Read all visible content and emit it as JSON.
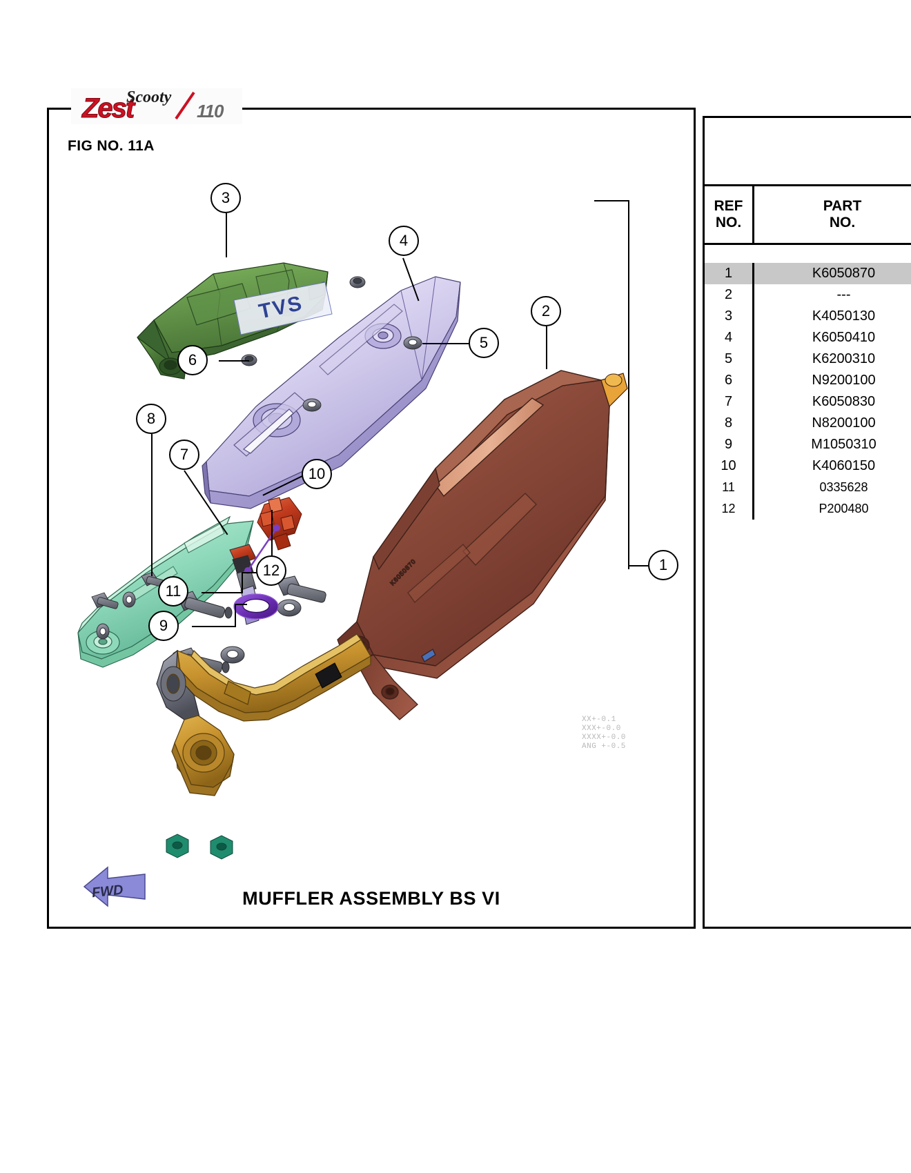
{
  "document": {
    "fig_no": "FIG NO. 11A",
    "drawing_title": "MUFFLER ASSEMBLY  BS VI",
    "fwd_label": "FWD",
    "logo_primary": "Zest",
    "logo_script": "Scooty",
    "logo_suffix": "110",
    "tolerance_note": "XX+-0.1\nXXX+-0.0\nXXXX+-0.0\nANG +-0.5"
  },
  "table": {
    "headers": {
      "ref": "REF\nNO.",
      "ref_line1": "REF",
      "ref_line2": "NO.",
      "part_line1": "PART",
      "part_line2": "NO."
    },
    "rows": [
      {
        "ref": "1",
        "part": "K6050870",
        "highlight": true,
        "small": false
      },
      {
        "ref": "2",
        "part": "---",
        "highlight": false,
        "small": false
      },
      {
        "ref": "3",
        "part": "K4050130",
        "highlight": false,
        "small": false
      },
      {
        "ref": "4",
        "part": "K6050410",
        "highlight": false,
        "small": false
      },
      {
        "ref": "5",
        "part": "K6200310",
        "highlight": false,
        "small": false
      },
      {
        "ref": "6",
        "part": "N9200100",
        "highlight": false,
        "small": false
      },
      {
        "ref": "7",
        "part": "K6050830",
        "highlight": false,
        "small": false
      },
      {
        "ref": "8",
        "part": "N8200100",
        "highlight": false,
        "small": false
      },
      {
        "ref": "9",
        "part": "M1050310",
        "highlight": false,
        "small": false
      },
      {
        "ref": "10",
        "part": "K4060150",
        "highlight": false,
        "small": false
      },
      {
        "ref": "11",
        "part": "0335628",
        "highlight": false,
        "small": true
      },
      {
        "ref": "12",
        "part": "P200480",
        "highlight": false,
        "small": true
      }
    ]
  },
  "callouts": [
    {
      "id": "1",
      "label": "1"
    },
    {
      "id": "2",
      "label": "2"
    },
    {
      "id": "3",
      "label": "3"
    },
    {
      "id": "4",
      "label": "4"
    },
    {
      "id": "5",
      "label": "5"
    },
    {
      "id": "6",
      "label": "6"
    },
    {
      "id": "7",
      "label": "7"
    },
    {
      "id": "8",
      "label": "8"
    },
    {
      "id": "9",
      "label": "9"
    },
    {
      "id": "10",
      "label": "10"
    },
    {
      "id": "11",
      "label": "11"
    },
    {
      "id": "12",
      "label": "12"
    }
  ],
  "colors": {
    "muffler_brown": "#8B4A3A",
    "cover_green": "#4C7A38",
    "shield_lavender": "#C9C3E8",
    "bracket_mint": "#9ADCC0",
    "pipe_gold": "#C8932F",
    "gasket_purple": "#6B2FB5",
    "injector_red": "#C23B1E",
    "hardware_gray": "#6E6E78",
    "highlight_row": "#c8c8c8"
  }
}
